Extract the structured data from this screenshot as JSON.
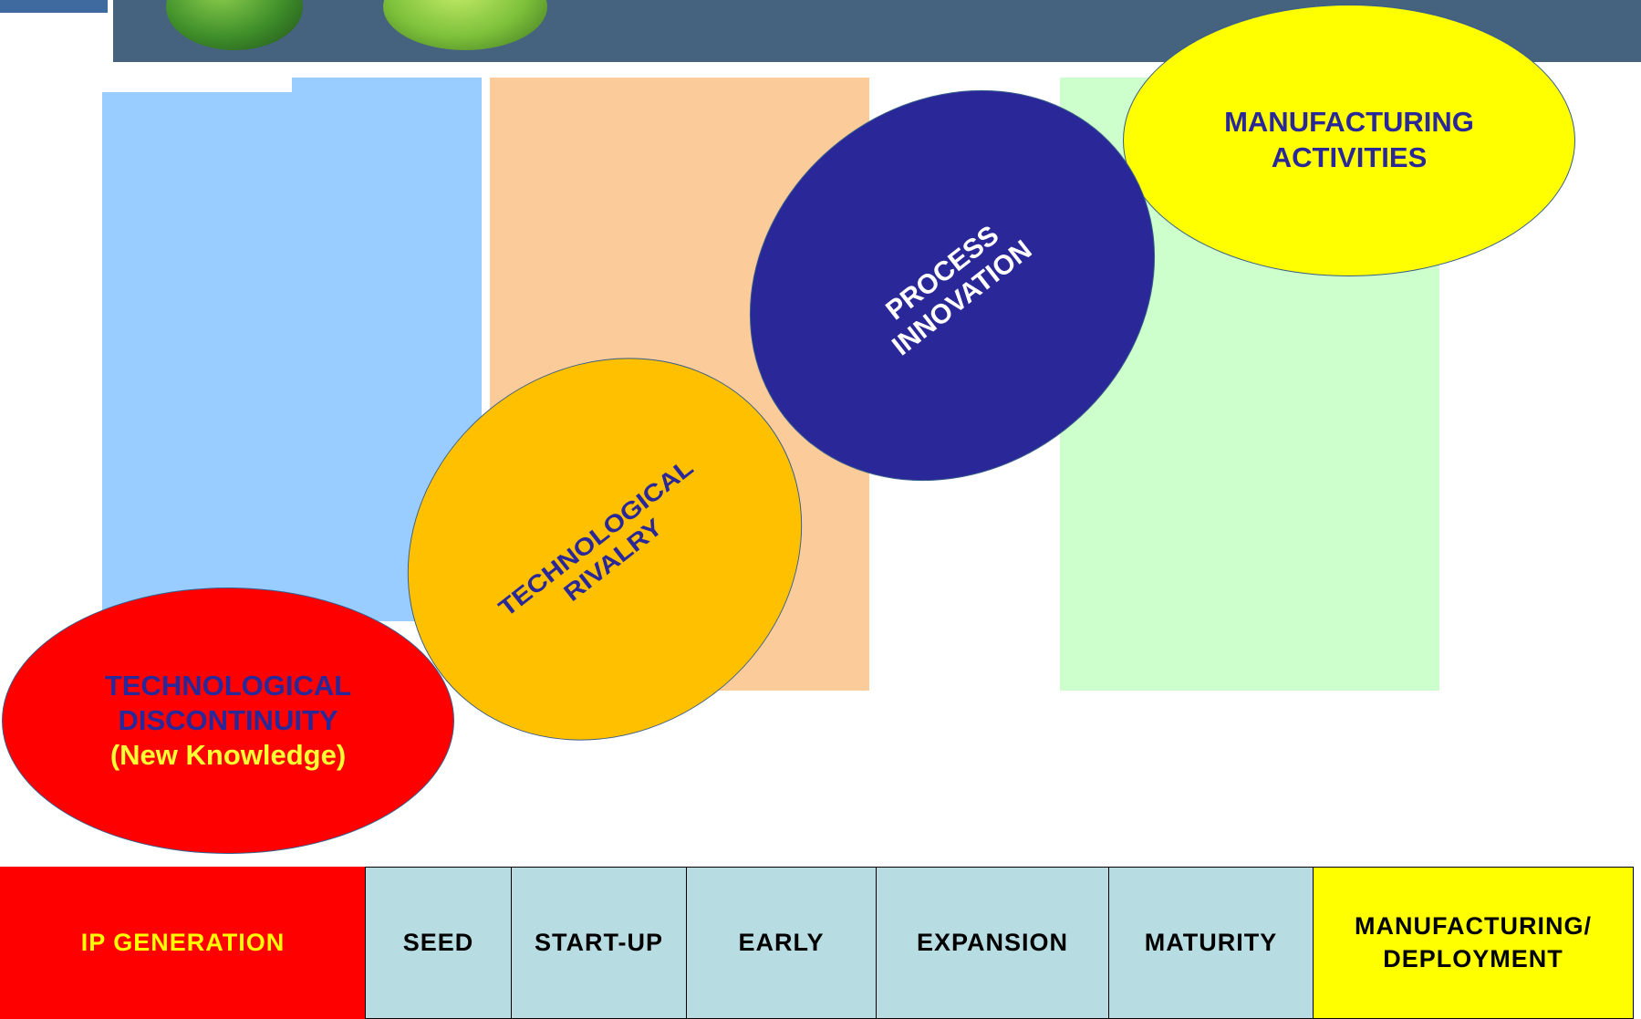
{
  "diagram": {
    "ellipses": {
      "technological_discontinuity": {
        "line1": "TECHNOLOGICAL",
        "line2": "DISCONTINUITY",
        "line3": "(New Knowledge)"
      },
      "technological_rivalry": {
        "line1": "TECHNOLOGICAL",
        "line2": "RIVALRY"
      },
      "process_innovation": {
        "line1": "PROCESS",
        "line2": "INNOVATION"
      },
      "manufacturing_activities": {
        "line1": "MANUFACTURING",
        "line2": "ACTIVITIES"
      }
    },
    "stages": [
      "IP GENERATION",
      "SEED",
      "START-UP",
      "EARLY",
      "EXPANSION",
      "MATURITY"
    ],
    "final_stage": {
      "line1": "MANUFACTURING/",
      "line2": "DEPLOYMENT"
    }
  },
  "colors": {
    "header": "#45627f",
    "blue_column": "#99ccff",
    "orange_column": "#fbcc99",
    "green_column": "#ccffcc",
    "red": "#ff0000",
    "amber": "#ffc000",
    "navy": "#2a2898",
    "yellow": "#ffff00",
    "stage_bg": "#b7dde2"
  }
}
